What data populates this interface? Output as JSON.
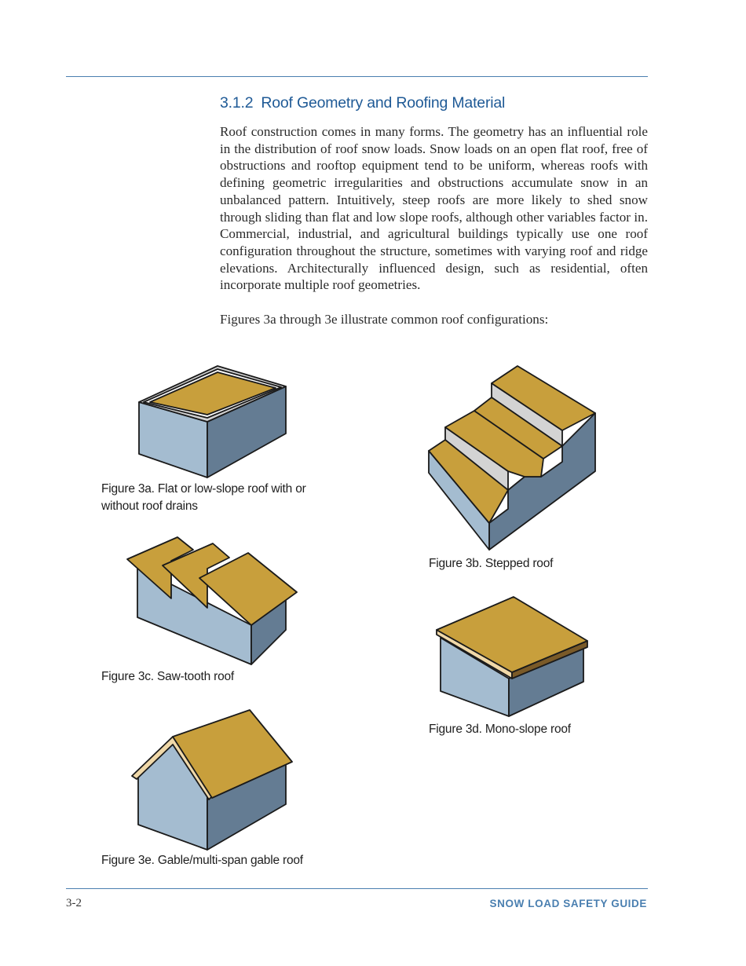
{
  "section": {
    "number": "3.1.2",
    "title": "Roof Geometry and Roofing Material"
  },
  "body": {
    "paragraph1": "Roof construction comes in many forms. The geometry has an influential role in the distribution of roof snow loads. Snow loads on an open flat roof, free of obstructions and rooftop equipment tend to be uniform, whereas roofs with defining geometric irregularities and obstructions accumulate snow in an unbalanced pattern. Intuitively, steep roofs are more likely to shed snow through sliding than flat and low slope roofs, although other variables factor in. Commercial, industrial, and agricultural buildings typically use one roof configuration throughout the structure, sometimes with varying roof and ridge elevations. Architecturally influenced design, such as residential, often incorporate multiple roof geometries.",
    "paragraph2": "Figures 3a through 3e illustrate common roof configurations:"
  },
  "figures": {
    "fig3a": {
      "caption_line1": "Figure 3a. Flat or low-slope roof with or",
      "caption_line2": "without roof drains",
      "icon": "flat-roof-building"
    },
    "fig3b": {
      "caption": "Figure 3b. Stepped roof",
      "icon": "stepped-roof-building"
    },
    "fig3c": {
      "caption": "Figure 3c. Saw-tooth roof",
      "icon": "saw-tooth-roof-building"
    },
    "fig3d": {
      "caption": "Figure 3d. Mono-slope roof",
      "icon": "mono-slope-roof-building"
    },
    "fig3e": {
      "caption": "Figure 3e. Gable/multi-span gable roof",
      "icon": "gable-roof-building"
    }
  },
  "colors": {
    "roof": "#c89f3c",
    "wall_light": "#a4bcd0",
    "wall_dark": "#647c93",
    "parapet": "#d3d3d3",
    "fascia": "#f0d8a8",
    "fascia_dark": "#7a5a28",
    "accent": "#1f5a96"
  },
  "footer": {
    "page_number": "3-2",
    "guide_title": "SNOW LOAD SAFETY GUIDE"
  }
}
